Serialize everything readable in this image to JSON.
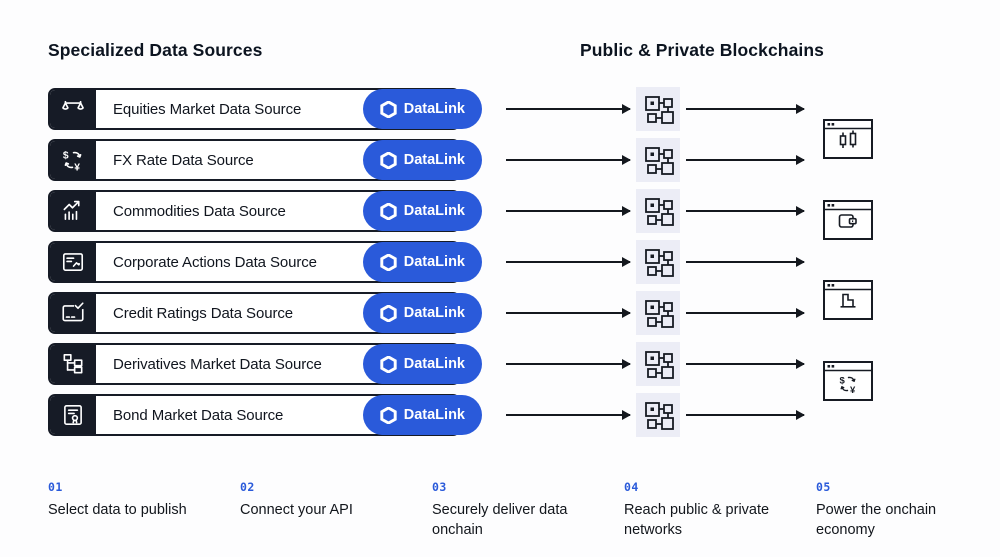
{
  "titles": {
    "left": "Specialized Data Sources",
    "right": "Public & Private Blockchains"
  },
  "datalink_label": "DataLink",
  "sources": [
    {
      "label": "Equities Market Data Source",
      "icon": "scales-icon"
    },
    {
      "label": "FX Rate Data Source",
      "icon": "currency-exchange-icon"
    },
    {
      "label": "Commodities Data Source",
      "icon": "trend-chart-icon"
    },
    {
      "label": "Corporate Actions Data Source",
      "icon": "document-chart-icon"
    },
    {
      "label": "Credit Ratings Data Source",
      "icon": "checklist-icon"
    },
    {
      "label": "Derivatives Market Data Source",
      "icon": "hierarchy-icon"
    },
    {
      "label": "Bond Market Data Source",
      "icon": "certificate-icon"
    }
  ],
  "right_windows": [
    "candlestick-chart-window",
    "wallet-window",
    "bar-chart-window",
    "currency-exchange-window"
  ],
  "steps": [
    {
      "number": "01",
      "label": "Select data to publish"
    },
    {
      "number": "02",
      "label": "Connect your API"
    },
    {
      "number": "03",
      "label": "Securely deliver data onchain"
    },
    {
      "number": "04",
      "label": "Reach public & private networks"
    },
    {
      "number": "05",
      "label": "Power the onchain economy"
    }
  ],
  "colors": {
    "accent_blue": "#2A5ADA",
    "dark": "#161B26",
    "node_background": "#ECEDF6"
  }
}
